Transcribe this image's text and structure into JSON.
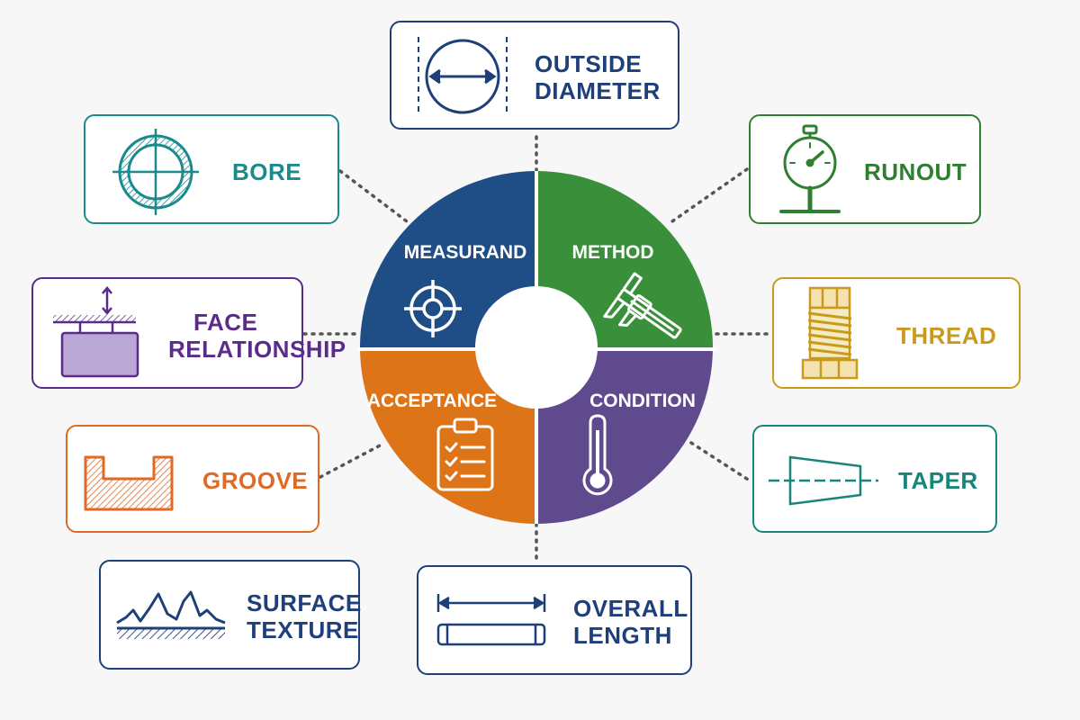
{
  "hub": {
    "segments": [
      {
        "id": "measurand",
        "label": "MEASURAND",
        "color": "#1f4e87",
        "icon": "crosshair-target-icon"
      },
      {
        "id": "method",
        "label": "METHOD",
        "color": "#3a8f3b",
        "icon": "caliper-icon"
      },
      {
        "id": "acceptance",
        "label": "ACCEPTANCE",
        "color": "#de7418",
        "icon": "checklist-clipboard-icon"
      },
      {
        "id": "condition",
        "label": "CONDITION",
        "color": "#5e4a8c",
        "icon": "thermometer-icon"
      }
    ]
  },
  "features": {
    "outside_diameter": {
      "lines": [
        "OUTSIDE",
        "DIAMETER"
      ],
      "color": "#1f3f7a",
      "icon": "outside-diameter-icon"
    },
    "bore": {
      "lines": [
        "BORE"
      ],
      "color": "#1a8a8c",
      "icon": "bore-icon"
    },
    "runout": {
      "lines": [
        "RUNOUT"
      ],
      "color": "#2f7f30",
      "icon": "dial-indicator-icon"
    },
    "face_relationship": {
      "lines": [
        "FACE",
        "RELATIONSHIP"
      ],
      "color": "#5b2b8c",
      "icon": "face-relationship-icon"
    },
    "thread": {
      "lines": [
        "THREAD"
      ],
      "color": "#c99a1c",
      "icon": "thread-icon"
    },
    "groove": {
      "lines": [
        "GROOVE"
      ],
      "color": "#e06a25",
      "icon": "groove-icon"
    },
    "taper": {
      "lines": [
        "TAPER"
      ],
      "color": "#17857a",
      "icon": "taper-icon"
    },
    "surface_texture": {
      "lines": [
        "SURFACE",
        "TEXTURE"
      ],
      "color": "#1f3f7a",
      "icon": "surface-texture-icon"
    },
    "overall_length": {
      "lines": [
        "OVERALL",
        "LENGTH"
      ],
      "color": "#1f3f7a",
      "icon": "overall-length-icon"
    }
  },
  "connector_color": "#555555"
}
